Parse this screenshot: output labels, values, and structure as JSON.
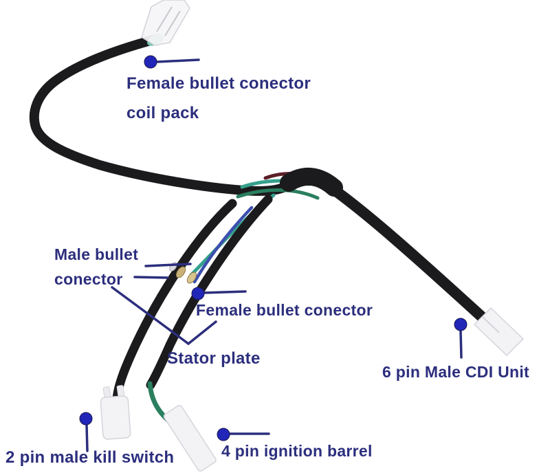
{
  "labels": {
    "coil_pack_line1": "Female bullet conector",
    "coil_pack_line2": "coil pack",
    "male_bullet_line1": "Male bullet",
    "male_bullet_line2": "conector",
    "female_bullet": "Female bullet conector",
    "stator_plate": "Stator plate",
    "cdi_unit": "6 pin Male CDI Unit",
    "kill_switch": "2 pin male kill switch",
    "ignition_barrel": "4 pin ignition barrel"
  },
  "colors": {
    "label_text": "#2c2e7d",
    "leader_line": "#2c2e7d",
    "callout_dot": "#2226b8",
    "wire_black": "#1b1b1d",
    "wire_teal": "#35a18d",
    "wire_green": "#2a7f5f",
    "wire_blue": "#3d4fae",
    "wire_red": "#5c1f27",
    "connector_white": "#f3f3f6",
    "bullet_gold": "#c9b27a",
    "background": "#ffffff"
  }
}
